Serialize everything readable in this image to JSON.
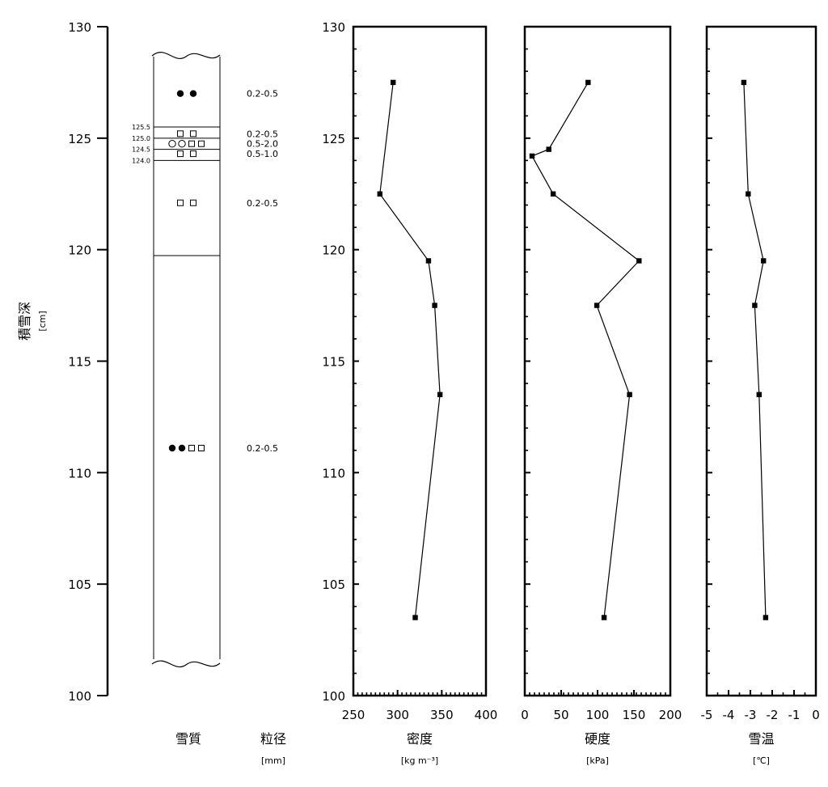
{
  "ylabel": {
    "line1": "積雪深",
    "line2": "[cm]"
  },
  "depth_ticks": [
    "130",
    "125",
    "120",
    "115",
    "110",
    "105",
    "100"
  ],
  "columns": {
    "snow_type": {
      "label": "雪質"
    },
    "grain_size": {
      "label": "粒径",
      "unit": "[mm]"
    }
  },
  "layer_boundary_labels": [
    "125.5",
    "125.0",
    "124.5",
    "124.0"
  ],
  "grain_labels": [
    {
      "depth": 127.0,
      "text": "0.2-0.5"
    },
    {
      "depth": 125.2,
      "text": "0.2-0.5"
    },
    {
      "depth": 124.75,
      "text": "0.5-2.0"
    },
    {
      "depth": 124.3,
      "text": "0.5-1.0"
    },
    {
      "depth": 122.1,
      "text": "0.2-0.5"
    },
    {
      "depth": 111.1,
      "text": "0.2-0.5"
    }
  ],
  "snow_symbols": [
    {
      "depth": 127.0,
      "symbols": [
        "filled-circle",
        "filled-circle"
      ]
    },
    {
      "depth": 125.2,
      "symbols": [
        "square",
        "square"
      ]
    },
    {
      "depth": 124.75,
      "symbols": [
        "circle",
        "circle",
        "square",
        "square"
      ]
    },
    {
      "depth": 124.3,
      "symbols": [
        "square",
        "square"
      ]
    },
    {
      "depth": 122.1,
      "symbols": [
        "square",
        "square"
      ]
    },
    {
      "depth": 111.1,
      "symbols": [
        "filled-circle",
        "filled-circle",
        "square",
        "square"
      ]
    }
  ],
  "chart_data": [
    {
      "type": "line",
      "xlabel": "密度",
      "xunit": "[kg m⁻³]",
      "xlim": [
        250,
        400
      ],
      "xticks": [
        "250",
        "300",
        "350",
        "400"
      ],
      "ylim": [
        100,
        130
      ],
      "yticks": [
        "130",
        "125",
        "120",
        "115",
        "110",
        "105",
        "100"
      ],
      "series": [
        {
          "x": [
            295,
            280,
            335,
            342,
            348,
            320
          ],
          "y": [
            127.5,
            122.5,
            119.5,
            117.5,
            113.5,
            103.5
          ]
        }
      ]
    },
    {
      "type": "line",
      "xlabel": "硬度",
      "xunit": "[kPa]",
      "xlim": [
        0,
        200
      ],
      "xticks": [
        "0",
        "50",
        "100",
        "150",
        "200"
      ],
      "ylim": [
        100,
        130
      ],
      "series": [
        {
          "x": [
            87,
            33,
            10,
            39,
            157,
            99,
            144,
            109
          ],
          "y": [
            127.5,
            124.5,
            124.2,
            122.5,
            119.5,
            117.5,
            113.5,
            103.5
          ]
        }
      ]
    },
    {
      "type": "line",
      "xlabel": "雪温",
      "xunit": "[℃]",
      "xlim": [
        -5,
        0
      ],
      "xticks": [
        "-5",
        "-4",
        "-3",
        "-2",
        "-1",
        "0"
      ],
      "ylim": [
        100,
        130
      ],
      "series": [
        {
          "x": [
            -3.3,
            -3.1,
            -2.4,
            -2.8,
            -2.6,
            -2.3
          ],
          "y": [
            127.5,
            122.5,
            119.5,
            117.5,
            113.5,
            103.5
          ]
        }
      ]
    }
  ]
}
